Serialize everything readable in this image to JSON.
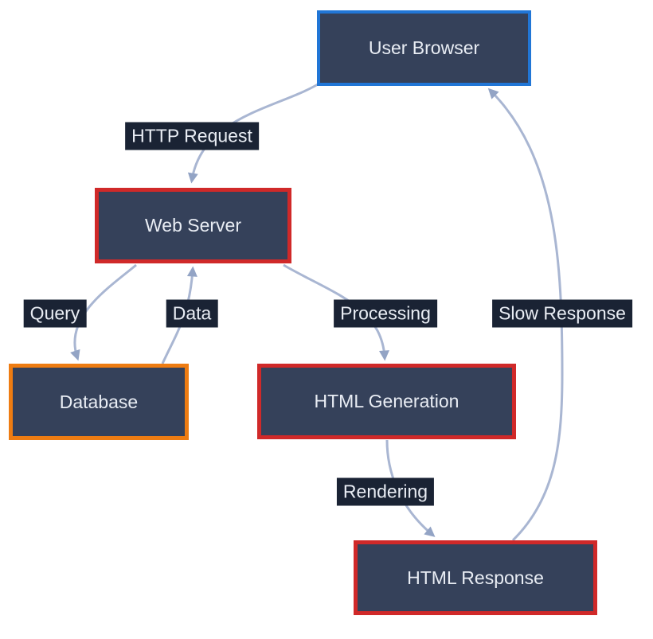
{
  "diagram_type": "flowchart",
  "colors": {
    "background": "#ffffff",
    "node_fill": "#35415a",
    "node_text": "#e9edf4",
    "edge_line": "#a9b6d2",
    "arrowhead": "#93a4c5",
    "label_bg": "#1a2334",
    "label_text": "#e9edf4",
    "border_blue": "#2176d6",
    "border_red": "#d02929",
    "border_orange": "#ee7c12"
  },
  "nodes": [
    {
      "id": "user-browser",
      "label": "User Browser",
      "border": "blue"
    },
    {
      "id": "web-server",
      "label": "Web Server",
      "border": "red"
    },
    {
      "id": "database",
      "label": "Database",
      "border": "orange"
    },
    {
      "id": "html-generation",
      "label": "HTML Generation",
      "border": "red"
    },
    {
      "id": "html-response",
      "label": "HTML Response",
      "border": "red"
    }
  ],
  "edges": [
    {
      "id": "http-request",
      "from": "User Browser",
      "to": "Web Server",
      "label": "HTTP Request"
    },
    {
      "id": "query",
      "from": "Web Server",
      "to": "Database",
      "label": "Query"
    },
    {
      "id": "data",
      "from": "Database",
      "to": "Web Server",
      "label": "Data"
    },
    {
      "id": "processing",
      "from": "Web Server",
      "to": "HTML Generation",
      "label": "Processing"
    },
    {
      "id": "rendering",
      "from": "HTML Generation",
      "to": "HTML Response",
      "label": "Rendering"
    },
    {
      "id": "slow-response",
      "from": "HTML Response",
      "to": "User Browser",
      "label": "Slow Response"
    }
  ]
}
